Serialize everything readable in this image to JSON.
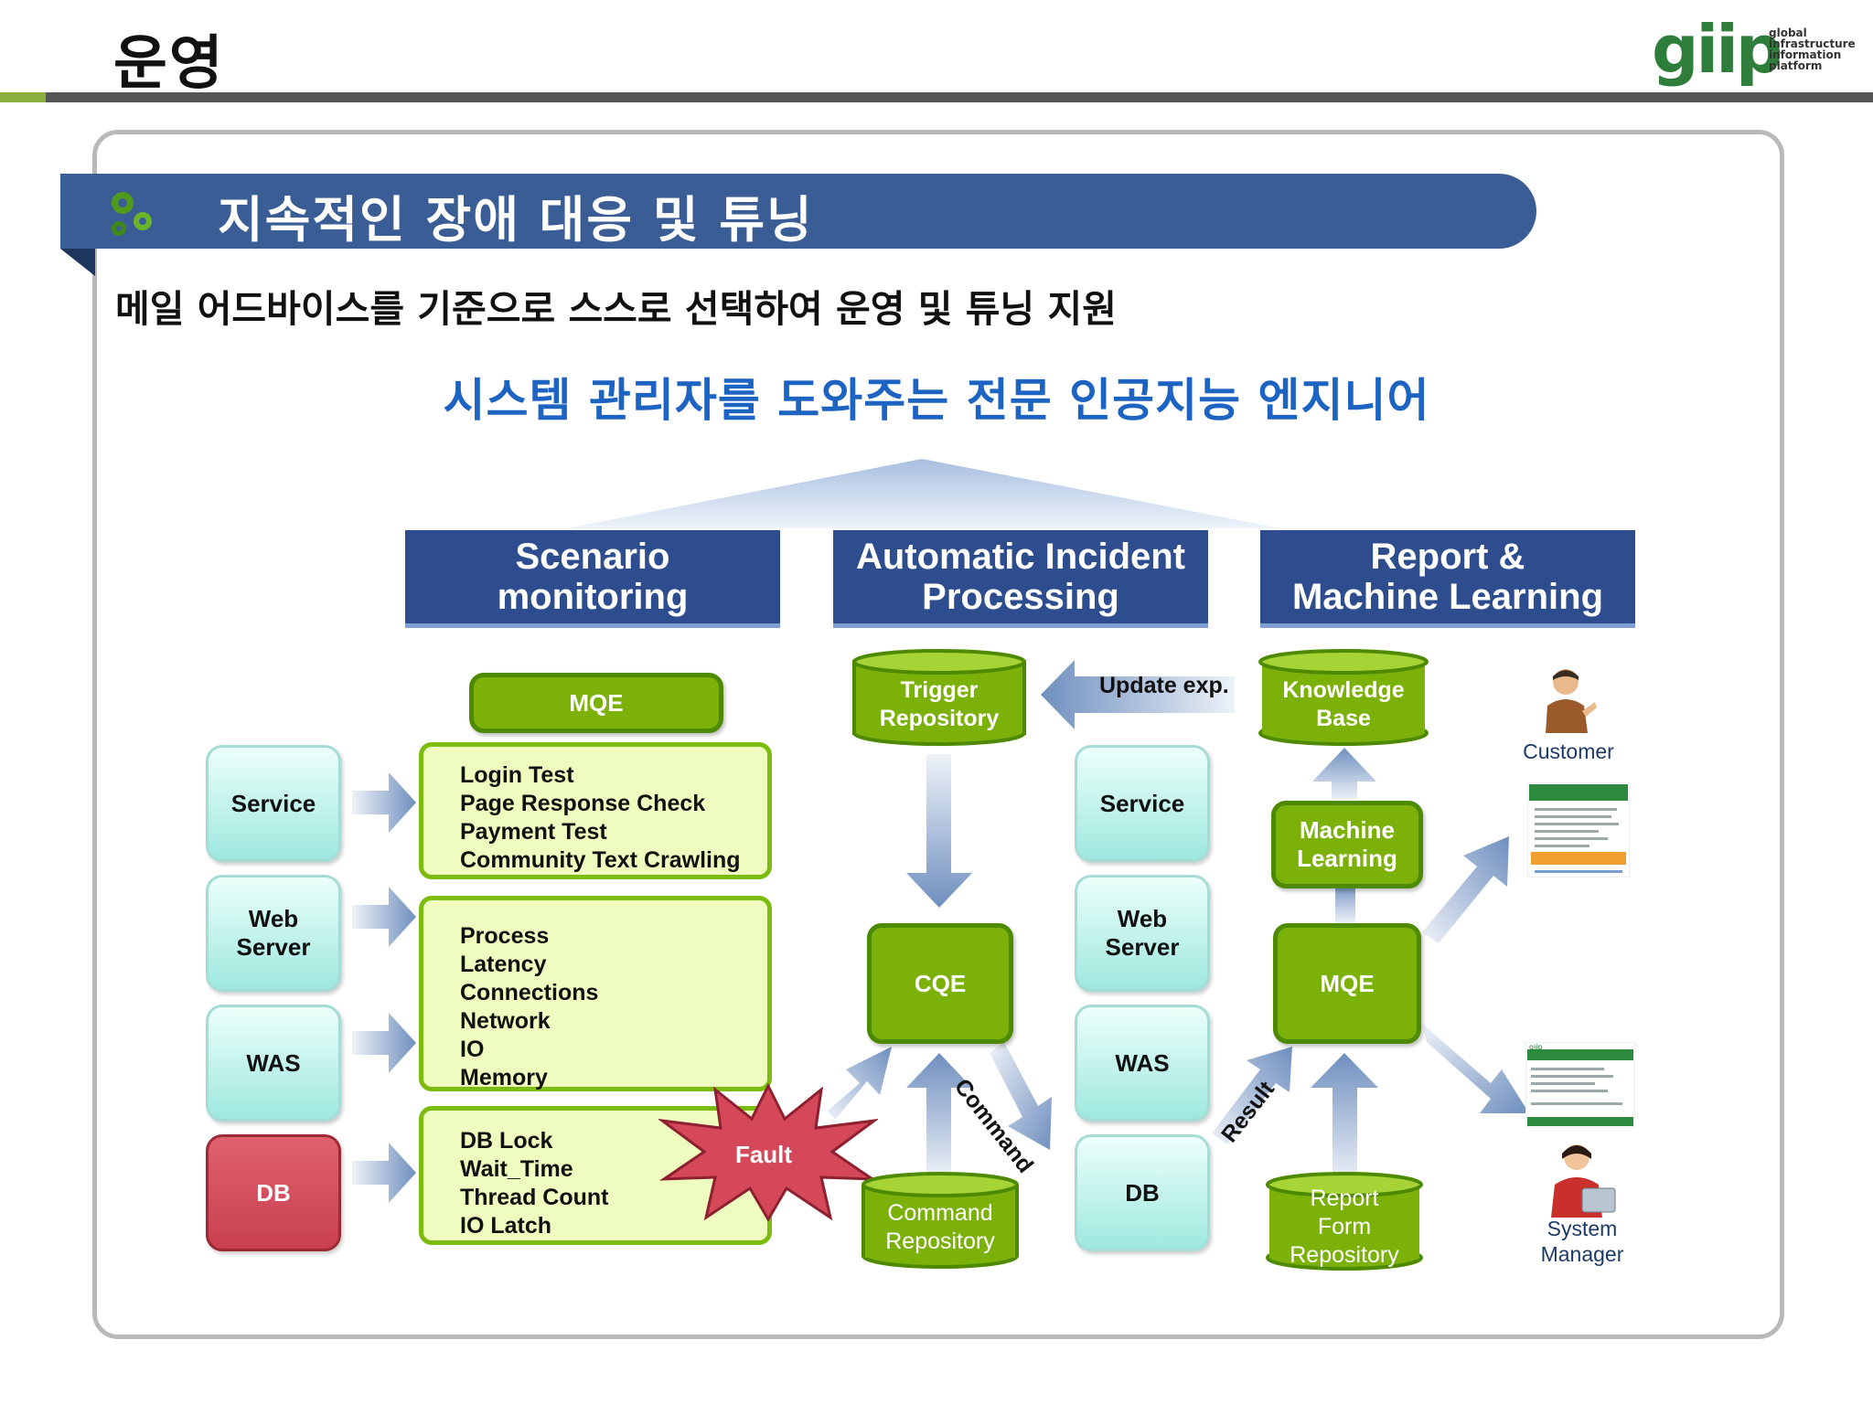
{
  "page": {
    "title": "운영",
    "logo": {
      "word": "giip",
      "sub": [
        "global",
        "infrastructure",
        "information",
        "platform"
      ]
    }
  },
  "ribbon": {
    "title": "지속적인 장애 대응 및 튜닝"
  },
  "subtitle": "메일 어드바이스를 기준으로 스스로 선택하여 운영 및 튜닝 지원",
  "headline": "시스템 관리자를 도와주는 전문 인공지능 엔지니어",
  "columns": {
    "scenario": "Scenario\nmonitoring",
    "incident": "Automatic Incident\nProcessing",
    "report": "Report &\nMachine Learning"
  },
  "left_servers": [
    "Service",
    "Web\nServer",
    "WAS",
    "DB"
  ],
  "mqe_top": "MQE",
  "checks": {
    "service": "Login Test\nPage Response Check\nPayment Test\nCommunity Text Crawling",
    "system": "Process\nLatency\nConnections\nNetwork\nIO\nMemory",
    "db": "DB Lock\nWait_Time\nThread Count\nIO Latch"
  },
  "fault": "Fault",
  "incident": {
    "trigger_repo": "Trigger\nRepository",
    "update_exp": "Update exp.",
    "cqe": "CQE",
    "command": "Command",
    "command_repo": "Command\nRepository",
    "result": "Result",
    "servers": [
      "Service",
      "Web\nServer",
      "WAS",
      "DB"
    ]
  },
  "report": {
    "knowledge_base": "Knowledge\nBase",
    "machine_learning": "Machine\nLearning",
    "mqe": "MQE",
    "report_repo": "Report\nForm\nRepository",
    "customer": "Customer",
    "system_manager": "System\nManager"
  },
  "colors": {
    "ribbon": "#3b5d95",
    "header": "#2e4d8e",
    "green": "#7cb10a",
    "headline": "#1c63c2",
    "db_red": "#c9404f"
  }
}
